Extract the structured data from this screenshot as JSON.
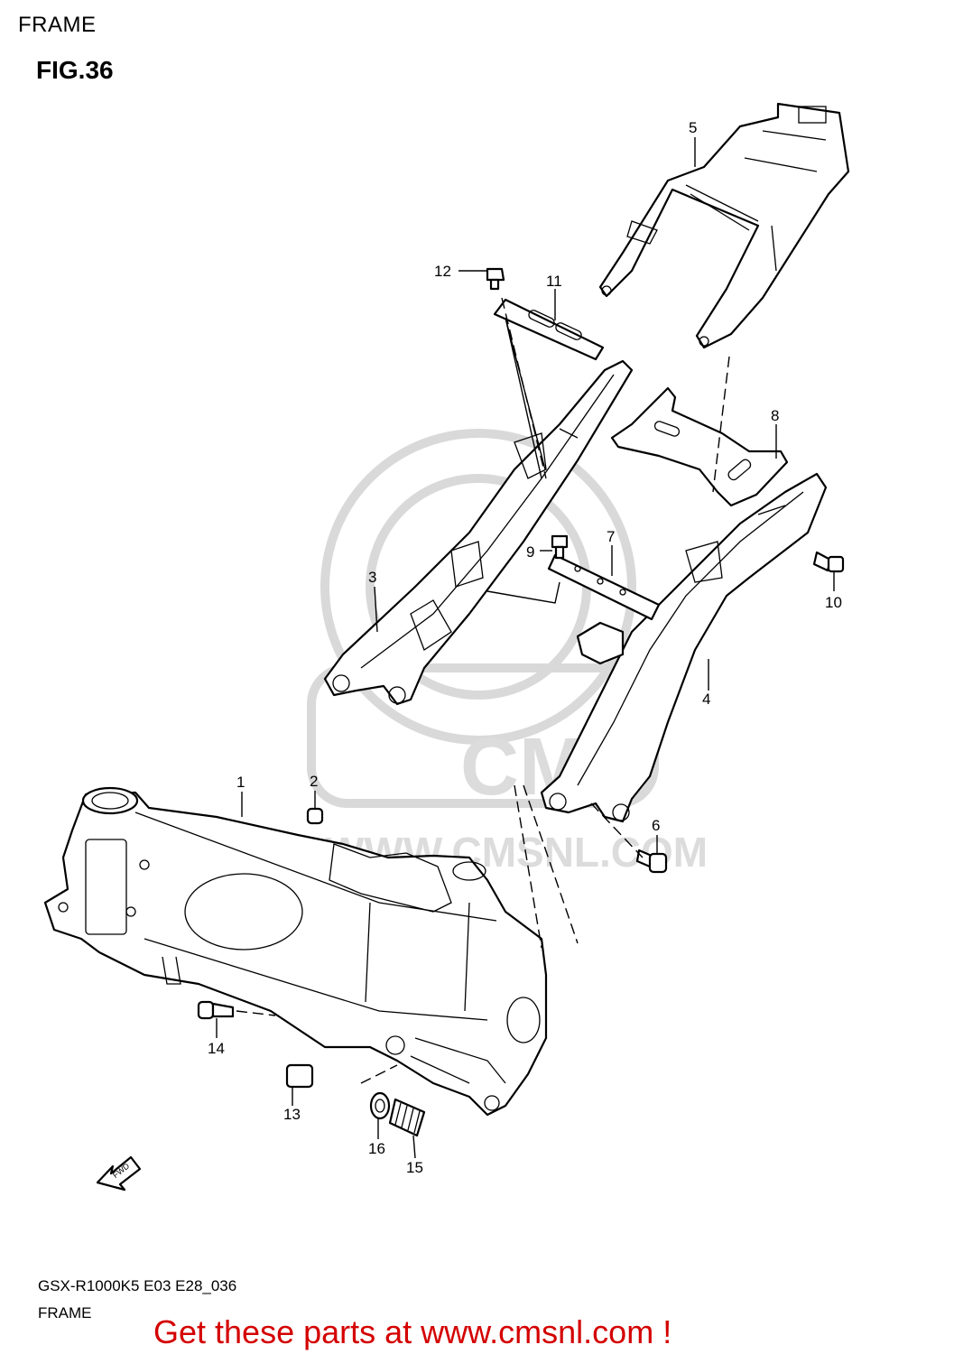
{
  "header": {
    "section": "FRAME",
    "figure": "FIG.36"
  },
  "watermark": {
    "brand": "CMS",
    "url": "WWW.CMSNL.COM"
  },
  "callouts": [
    "1",
    "2",
    "3",
    "4",
    "5",
    "6",
    "7",
    "8",
    "9",
    "10",
    "11",
    "12",
    "13",
    "14",
    "15",
    "16"
  ],
  "direction_marker": "FWD",
  "footer": {
    "model_code": "GSX-R1000K5 E03 E28_036",
    "caption": "FRAME",
    "link_text": "Get these parts at www.cmsnl.com !",
    "link_color": "#d40000"
  }
}
